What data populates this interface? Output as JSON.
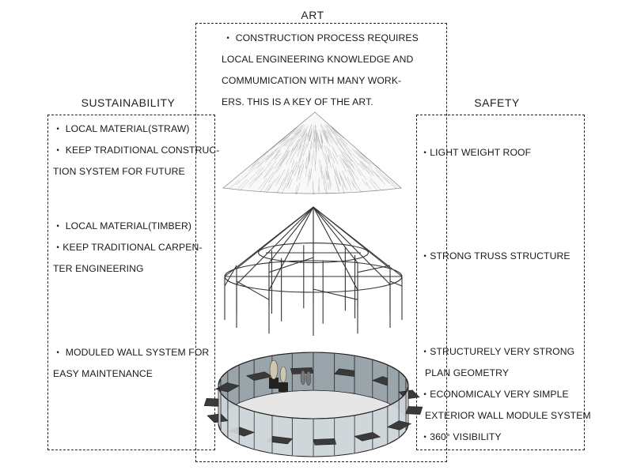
{
  "headers": {
    "art": "ART",
    "sustainability": "SUSTAINABILITY",
    "safety": "SAFETY"
  },
  "art": {
    "note": [
      "・ CONSTRUCTION PROCESS REQUIRES",
      "LOCAL ENGINEERING KNOWLEDGE AND",
      "COMMUMICATION WITH MANY WORK-",
      "ERS. THIS IS A KEY OF THE ART."
    ]
  },
  "sustainability": {
    "roof": [
      "・ LOCAL MATERIAL(STRAW)",
      "・ KEEP TRADITIONAL CONSTRUC-",
      "TION SYSTEM FOR FUTURE"
    ],
    "frame": [
      "・ LOCAL MATERIAL(TIMBER)",
      "・KEEP TRADITIONAL CARPEN-",
      "TER ENGINEERING"
    ],
    "wall": [
      "・ MODULED WALL SYSTEM FOR",
      "EASY MAINTENANCE"
    ]
  },
  "safety": {
    "roof": [
      "・LIGHT WEIGHT ROOF"
    ],
    "frame": [
      "・STRONG TRUSS STRUCTURE"
    ],
    "wall": [
      "・STRUCTURELY VERY STRONG",
      "PLAN GEOMETRY",
      "・ECONOMICALY VERY SIMPLE",
      "EXTERIOR WALL MODULE SYSTEM",
      "・360° VISIBILITY"
    ]
  },
  "colors": {
    "line": "#222222",
    "panel": "#3a3a3a",
    "glass": "#9aa4ab",
    "timber": "#dcdcdc"
  }
}
